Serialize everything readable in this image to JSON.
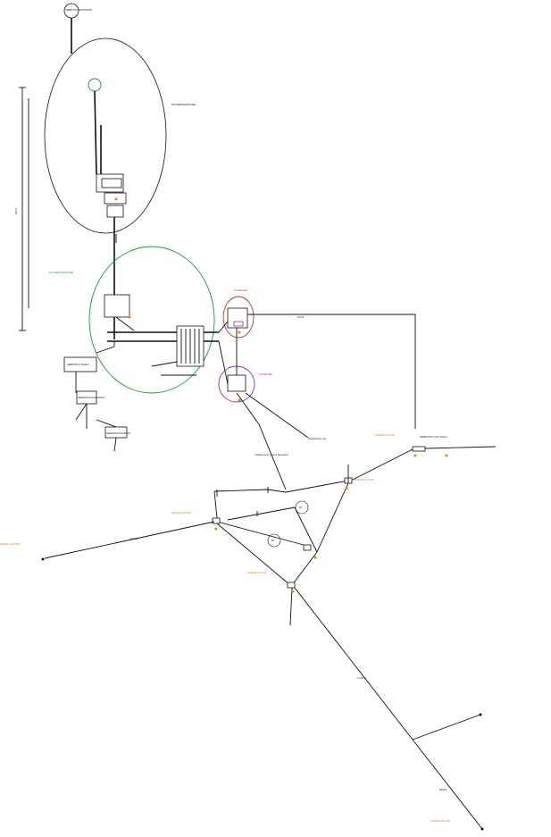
{
  "diagram": {
    "colors": {
      "line": "#111111",
      "zone_black": "#111111",
      "zone_green": "#1b9a3a",
      "zone_red": "#c0392b",
      "zone_purple": "#9b2fa3",
      "orange_label": "#e67e22",
      "orange_symbol": "#e08a00"
    },
    "labels": {
      "top_node": "SERBATOIO ESISTENTE",
      "zone_top": "POTABILIZZATORE",
      "zone_green": "POTABILIZZATORE",
      "zone_red": "STAZIONE",
      "zone_purple": "STAZIONE",
      "ring_1": "R1",
      "ring_2": "R2",
      "side_scale": "350 m",
      "tank_left": "SERBATOIO TELESI",
      "tank_left2": "SERBATOIO SORGENTE",
      "tank_bottom": "SERBATOIO RISERVA",
      "node_right": "SERBATOIO CON VASCA",
      "note_1": "Collegamento e verso alla vasca",
      "note_2": "Distribuzione rete",
      "ann_1": "DN 90",
      "ann_2": "DN 110",
      "ann_3": "L=120 m",
      "ann_4": "PE100",
      "orange_1": "OPERE NUOVE",
      "orange_2": "OPERE NUOVE",
      "orange_3": "OPERE NUOVE",
      "orange_4": "OPERE NUOVE",
      "orange_5": "OPERE NUOVE",
      "orange_6": "OPERE NUOVE"
    }
  }
}
